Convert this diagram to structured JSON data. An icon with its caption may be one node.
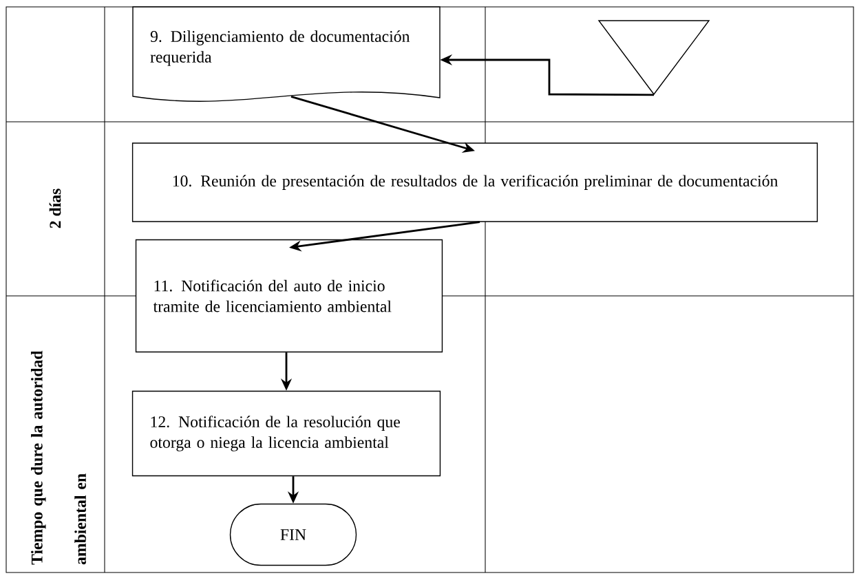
{
  "diagram": {
    "nodes": [
      {
        "text": [
          "9. Diligenciamiento de documentación requerida"
        ]
      },
      {
        "text": [],
        "shape": "triangle"
      },
      {
        "text": [
          "10. Reunión de presentación de resultados de la verificación preliminar de documentación"
        ]
      },
      {
        "text": [
          "11. Notificación del auto de inicio tramite de licenciamiento ambiental"
        ]
      },
      {
        "text": [
          "12. Notificación de la resolución que otorga o niega la licencia ambiental"
        ]
      },
      {
        "text": [
          "FIN"
        ]
      }
    ],
    "edges": [
      {
        "from": 1,
        "to": 0,
        "arrow": "to"
      },
      {
        "from": 0,
        "to": 2,
        "arrow": "to"
      },
      {
        "from": 2,
        "to": 3,
        "arrow": "to"
      },
      {
        "from": 3,
        "to": 4,
        "arrow": "to"
      },
      {
        "from": 4,
        "to": 5,
        "arrow": "to"
      }
    ],
    "labels": [
      "2 días",
      "Tiempo que dure la autoridad ambiental en"
    ]
  }
}
